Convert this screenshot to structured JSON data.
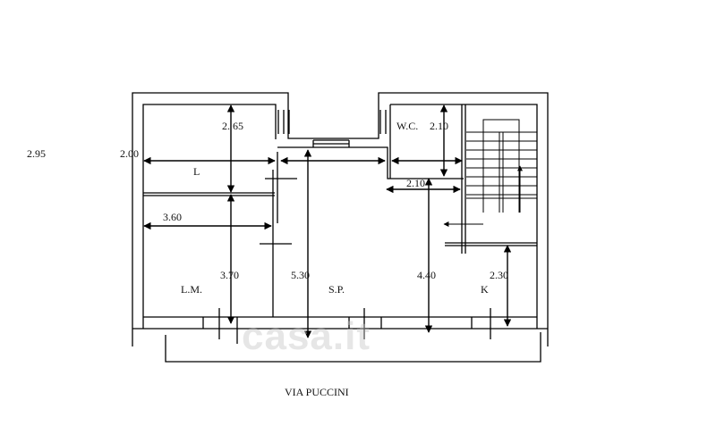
{
  "dimensions": {
    "left_side": "2.95",
    "l_width": "2.00",
    "l_height": "2. 65",
    "wc_height": "2.10",
    "wc_width": "2.10",
    "lm_width": "3.60",
    "lm_height": "3.70",
    "sp_height": "5.30",
    "sp_right_height": "4.40",
    "k_height": "2.30"
  },
  "rooms": {
    "l": "L",
    "wc": "W.C.",
    "lm": "L.M.",
    "sp": "S.P.",
    "k": "K"
  },
  "street": "VIA PUCCINI",
  "watermark": "casa.it"
}
